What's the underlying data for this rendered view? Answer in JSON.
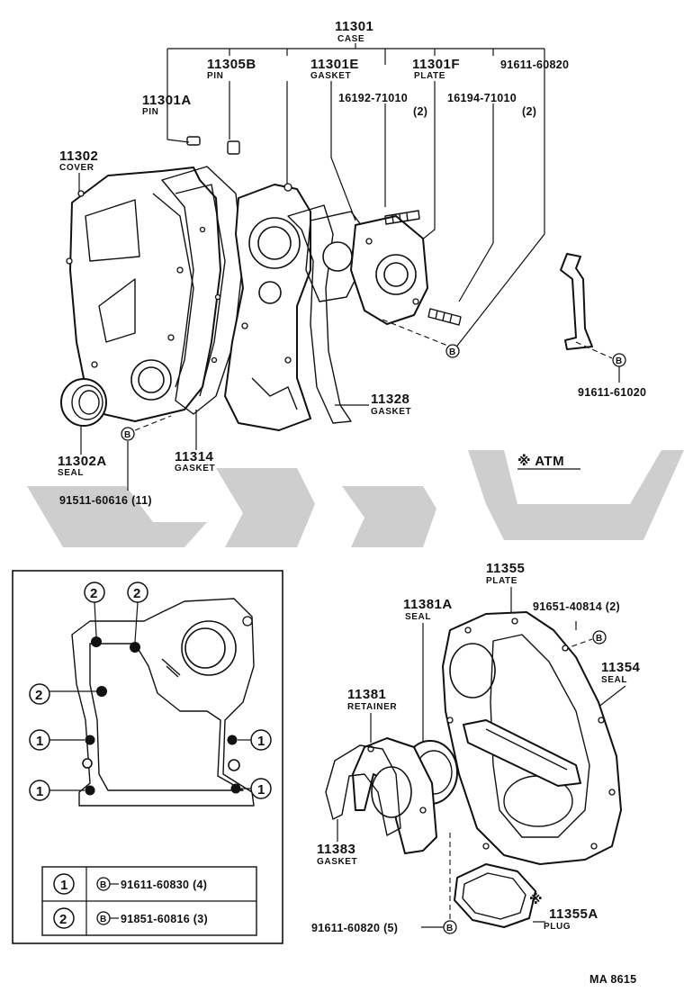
{
  "labels": {
    "case_no": "11301",
    "case_name": "CASE",
    "pin_b_no": "11305B",
    "pin_b_name": "PIN",
    "gasket_e_no": "11301E",
    "gasket_e_name": "GASKET",
    "plate_f_no": "11301F",
    "plate_f_name": "PLATE",
    "bolt_top_right": "91611-60820",
    "pin_a_no": "11301A",
    "pin_a_name": "PIN",
    "stud_a_no": "16192-71010",
    "stud_a_qty": "(2)",
    "stud_b_no": "16194-71010",
    "stud_b_qty": "(2)",
    "cover_no": "11302",
    "cover_name": "COVER",
    "bolt_bracket": "91611-61020",
    "gasket_11328_no": "11328",
    "gasket_11328_name": "GASKET",
    "seal_a_no": "11302A",
    "seal_a_name": "SEAL",
    "gasket_11314_no": "11314",
    "gasket_11314_name": "GASKET",
    "bolt_cover": "91511-60616 (11)",
    "atm_note": "※ ATM",
    "plate_11355_no": "11355",
    "plate_11355_name": "PLATE",
    "seal_11381a_no": "11381A",
    "seal_11381a_name": "SEAL",
    "bolt_plate": "91651-40814 (2)",
    "seal_11354_no": "11354",
    "seal_11354_name": "SEAL",
    "retainer_no": "11381",
    "retainer_name": "RETAINER",
    "gasket_11383_no": "11383",
    "gasket_11383_name": "GASKET",
    "bolt_retainer": "91611-60820 (5)",
    "plug_no": "11355A",
    "plug_name": "PLUG",
    "plug_note": "※",
    "circle_b": "B",
    "callout_1": "1",
    "callout_2": "2",
    "legend_row1_bolt": "91611-60830 (4)",
    "legend_row2_bolt": "91851-60816 (3)",
    "code": "MA 8615"
  }
}
